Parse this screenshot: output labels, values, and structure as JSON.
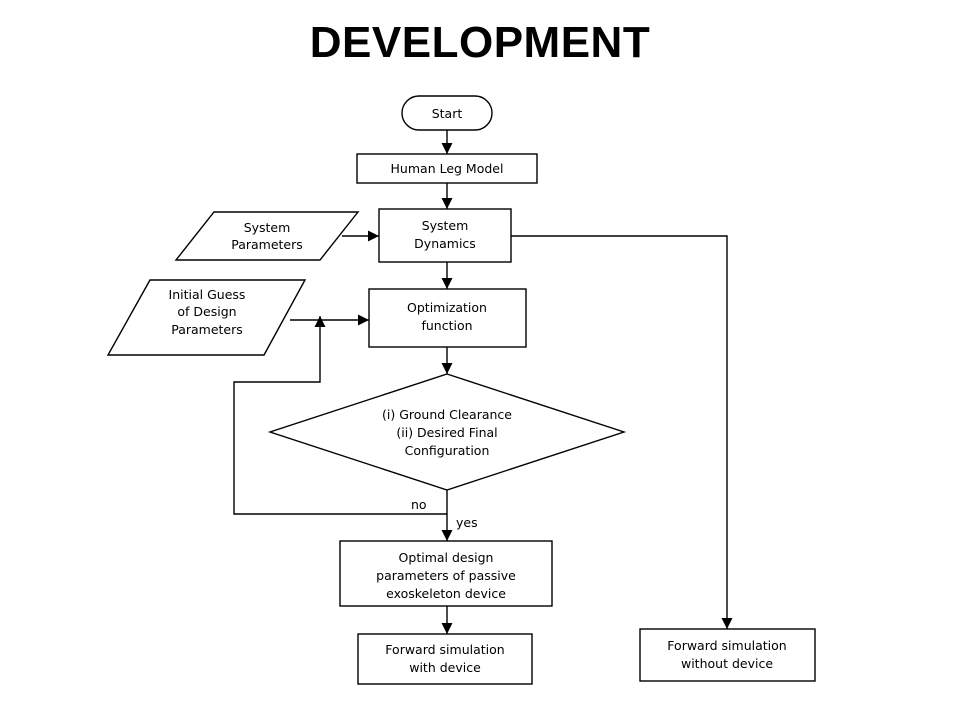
{
  "slide": {
    "title": "DEVELOPMENT"
  },
  "flowchart": {
    "nodes": {
      "start": {
        "lines": [
          "Start"
        ]
      },
      "leg_model": {
        "lines": [
          "Human Leg Model"
        ]
      },
      "system_parameters": {
        "lines": [
          "System",
          "Parameters"
        ]
      },
      "system_dynamics": {
        "lines": [
          "System",
          "Dynamics"
        ]
      },
      "initial_guess": {
        "lines": [
          "Initial Guess",
          "of Design",
          "Parameters"
        ]
      },
      "optimization": {
        "lines": [
          "Optimization",
          "function"
        ]
      },
      "decision": {
        "lines": [
          "(i) Ground Clearance",
          "(ii) Desired Final",
          "Configuration"
        ]
      },
      "optimal_params": {
        "lines": [
          "Optimal design",
          "parameters of passive",
          "exoskeleton device"
        ]
      },
      "sim_with": {
        "lines": [
          "Forward simulation",
          "with device"
        ]
      },
      "sim_without": {
        "lines": [
          "Forward simulation",
          "without device"
        ]
      }
    },
    "edge_labels": {
      "no": "no",
      "yes": "yes"
    }
  }
}
